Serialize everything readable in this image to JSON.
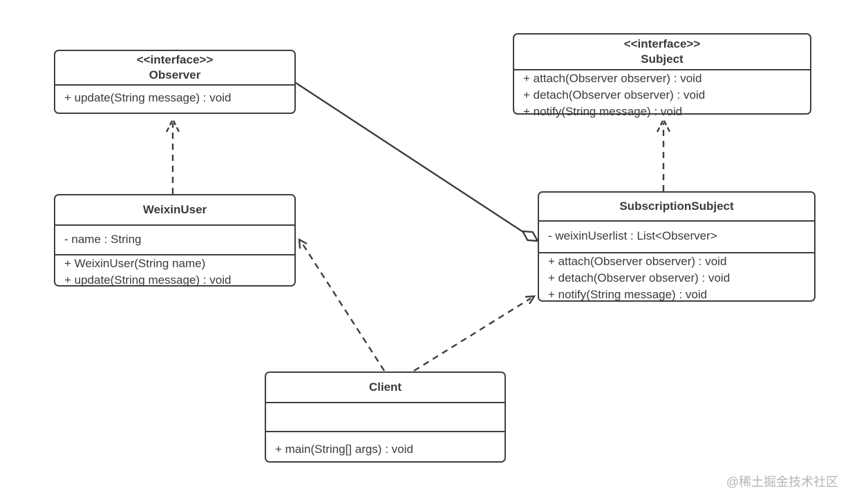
{
  "diagram": {
    "type": "uml-class-diagram",
    "colors": {
      "line": "#3d3d3d",
      "border": "#3f3f3f",
      "text": "#3a3a3a",
      "background": "#ffffff",
      "watermark": "#b5b5b5"
    },
    "classes": {
      "observer": {
        "stereotype": "<<interface>>",
        "name": "Observer",
        "fields": [],
        "methods": [
          "+ update(String message) : void"
        ]
      },
      "subject": {
        "stereotype": "<<interface>>",
        "name": "Subject",
        "fields": [],
        "methods": [
          "+ attach(Observer observer) : void",
          "+ detach(Observer observer) : void",
          "+ notify(String message) : void"
        ]
      },
      "weixin_user": {
        "name": "WeixinUser",
        "fields": [
          "- name : String"
        ],
        "methods": [
          "+ WeixinUser(String name)",
          "+ update(String message) : void"
        ]
      },
      "subscription_subject": {
        "name": "SubscriptionSubject",
        "fields": [
          "- weixinUserlist : List<Observer>"
        ],
        "methods": [
          "+ attach(Observer observer) : void",
          "+ detach(Observer observer) : void",
          "+ notify(String message) : void"
        ]
      },
      "client": {
        "name": "Client",
        "fields": [],
        "methods": [
          "+ main(String[] args) : void"
        ]
      }
    },
    "relationships": [
      {
        "from": "WeixinUser",
        "to": "Observer",
        "type": "realization",
        "line": "dashed",
        "head": "open-arrow"
      },
      {
        "from": "SubscriptionSubject",
        "to": "Subject",
        "type": "realization",
        "line": "dashed",
        "head": "open-arrow"
      },
      {
        "from": "Observer",
        "to": "SubscriptionSubject",
        "type": "aggregation",
        "line": "solid",
        "head": "hollow-diamond"
      },
      {
        "from": "Client",
        "to": "WeixinUser",
        "type": "dependency",
        "line": "dashed",
        "head": "open-arrow"
      },
      {
        "from": "Client",
        "to": "SubscriptionSubject",
        "type": "dependency",
        "line": "dashed",
        "head": "open-arrow"
      }
    ],
    "watermark": "@稀土掘金技术社区"
  }
}
